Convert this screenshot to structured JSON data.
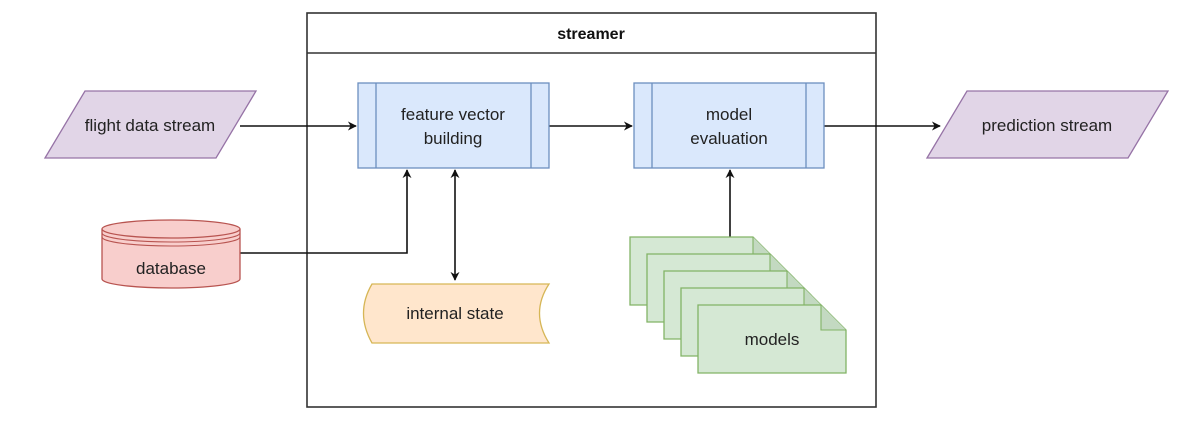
{
  "diagram": {
    "container": {
      "title": "streamer"
    },
    "nodes": {
      "flight_data_stream": {
        "label": "flight data stream",
        "shape": "parallelogram",
        "fill": "#e1d5e7",
        "stroke": "#9673a6"
      },
      "prediction_stream": {
        "label": "prediction stream",
        "shape": "parallelogram",
        "fill": "#e1d5e7",
        "stroke": "#9673a6"
      },
      "feature_vector_building": {
        "label_lines": [
          "feature vector",
          "building"
        ],
        "shape": "process",
        "fill": "#dae8fc",
        "stroke": "#6c8ebf"
      },
      "model_evaluation": {
        "label_lines": [
          "model",
          "evaluation"
        ],
        "shape": "process",
        "fill": "#dae8fc",
        "stroke": "#6c8ebf"
      },
      "database": {
        "label": "database",
        "shape": "cylinder",
        "fill": "#f8cecc",
        "stroke": "#b85450"
      },
      "internal_state": {
        "label": "internal state",
        "shape": "stored-data",
        "fill": "#ffe6cc",
        "stroke": "#d6b656"
      },
      "models": {
        "label": "models",
        "shape": "stacked-documents",
        "fill": "#d5e8d4",
        "stroke": "#82b366",
        "stack_count": 5
      }
    },
    "edges": [
      {
        "from": "flight data stream",
        "to": "feature vector building",
        "direction": "forward"
      },
      {
        "from": "feature vector building",
        "to": "model evaluation",
        "direction": "forward"
      },
      {
        "from": "model evaluation",
        "to": "prediction stream",
        "direction": "forward"
      },
      {
        "from": "database",
        "to": "feature vector building",
        "direction": "forward"
      },
      {
        "from": "feature vector building",
        "to": "internal state",
        "direction": "both"
      },
      {
        "from": "models",
        "to": "model evaluation",
        "direction": "forward"
      }
    ]
  }
}
